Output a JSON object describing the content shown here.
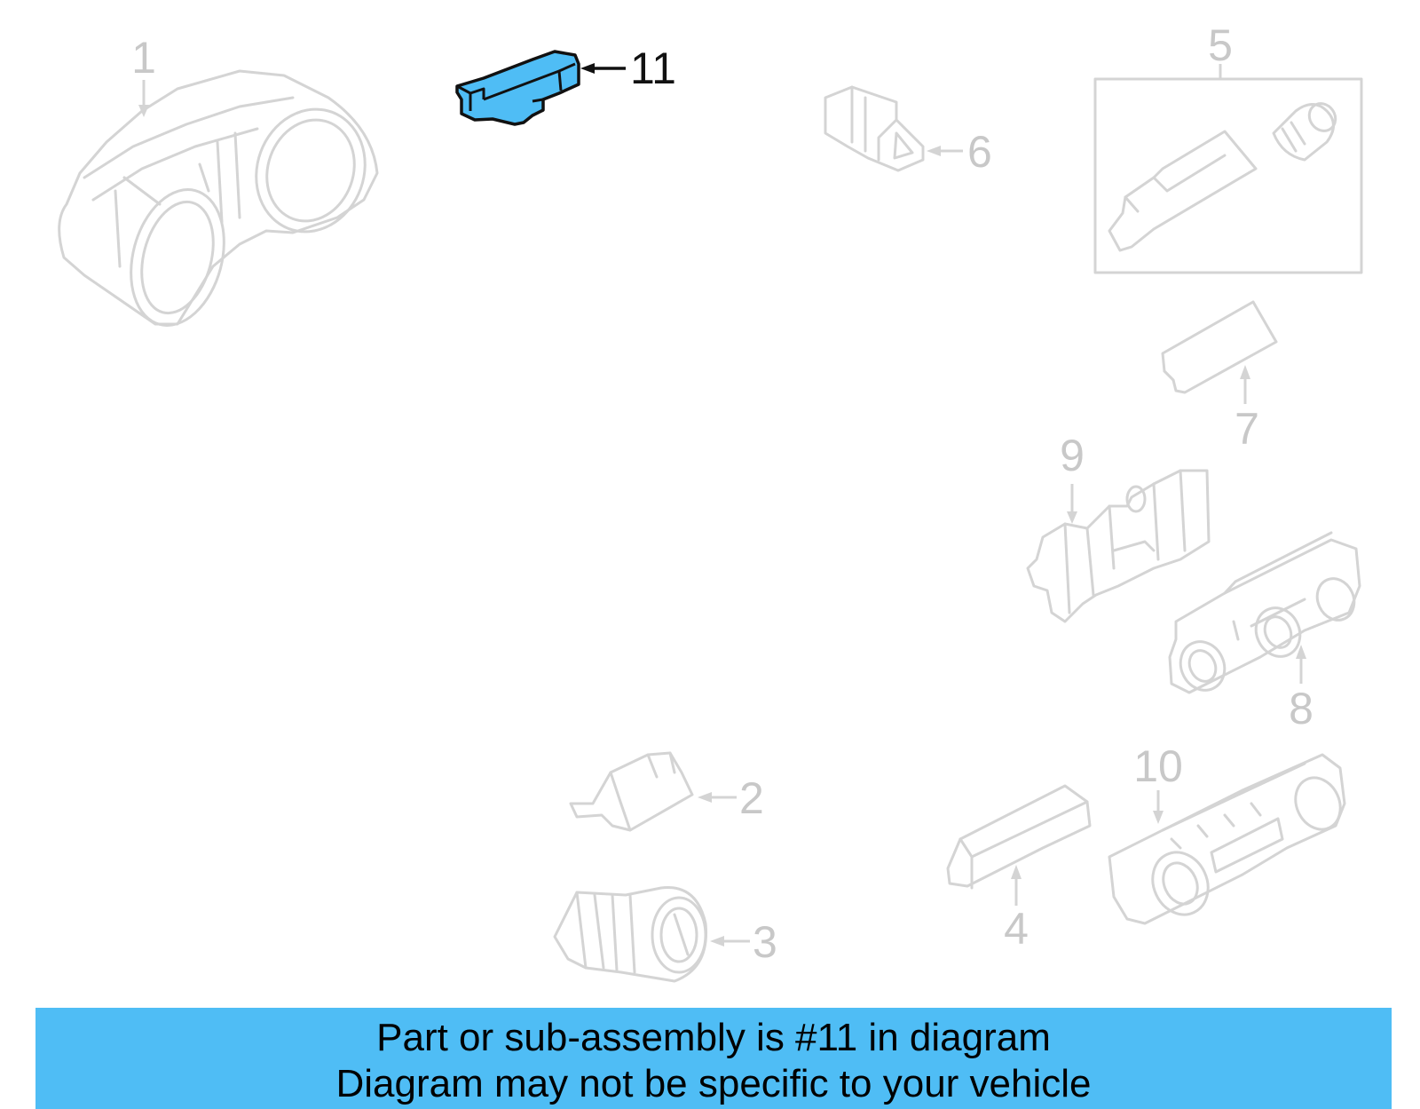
{
  "diagram": {
    "highlight_color": "#4fbdf5",
    "highlighted_part": "11",
    "callouts": [
      "1",
      "2",
      "3",
      "4",
      "5",
      "6",
      "7",
      "8",
      "9",
      "10",
      "11"
    ]
  },
  "banner": {
    "line1": "Part or sub-assembly is #11 in diagram",
    "line2": "Diagram may not be specific to your vehicle",
    "background": "#4fbdf5"
  }
}
